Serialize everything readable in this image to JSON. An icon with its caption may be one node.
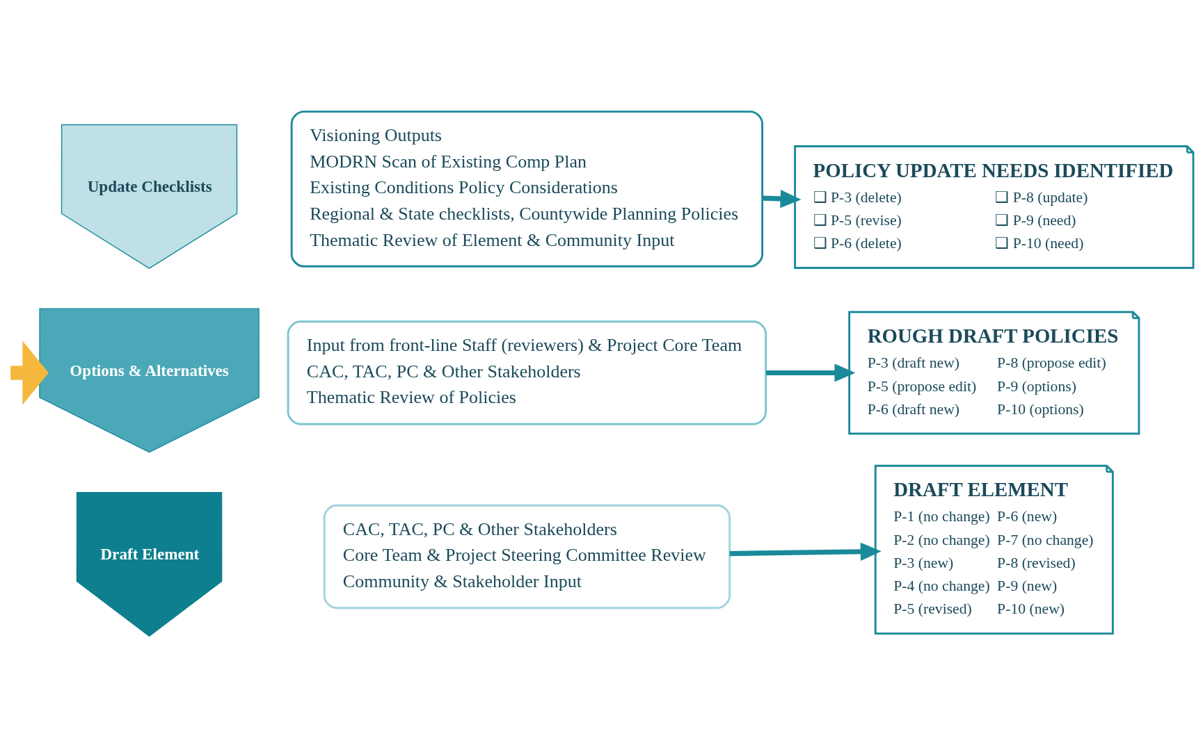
{
  "diagram": {
    "nodes": [
      {
        "text": [
          "Update Checklists"
        ]
      },
      {
        "text": [
          "Visioning Outputs",
          "MODRN Scan of Existing Comp Plan",
          "Existing Conditions Policy Considerations",
          "Regional & State checklists, Countywide Planning Policies",
          "Thematic Review of Element & Community Input"
        ]
      },
      {
        "text": [
          "POLICY UPDATE NEEDS IDENTIFIED",
          "❑ P-3 (delete)",
          "❑ P-5 (revise)",
          "❑ P-6 (delete)",
          "❑ P-8 (update)",
          "❑ P-9 (need)",
          "❑ P-10 (need)"
        ]
      },
      {
        "text": [
          "Options & Alternatives"
        ]
      },
      {
        "text": [
          "Input from front-line Staff (reviewers) & Project Core Team",
          "CAC, TAC, PC & Other Stakeholders",
          "Thematic Review of Policies"
        ]
      },
      {
        "text": [
          "ROUGH DRAFT POLICIES",
          "P-3 (draft new)",
          "P-5 (propose edit)",
          "P-6 (draft new)",
          "P-8 (propose edit)",
          "P-9 (options)",
          "P-10 (options)"
        ]
      },
      {
        "text": [
          "Draft Element"
        ]
      },
      {
        "text": [
          "CAC, TAC, PC & Other Stakeholders",
          "Core Team & Project Steering Committee Review",
          "Community & Stakeholder Input"
        ]
      },
      {
        "text": [
          "DRAFT ELEMENT",
          "P-1 (no change)",
          "P-2 (no change)",
          "P-3 (new)",
          "P-4 (no change)",
          "P-5 (revised)",
          "P-6 (new)",
          "P-7 (no change)",
          "P-8 (revised)",
          "P-9 (new)",
          "P-10 (new)"
        ]
      }
    ],
    "edges": [
      {
        "from": 1,
        "to": 2,
        "arrow": "to"
      },
      {
        "from": 4,
        "to": 5,
        "arrow": "to"
      },
      {
        "from": 7,
        "to": 8,
        "arrow": "to"
      },
      {
        "from": null,
        "to": 3,
        "arrow": "to",
        "style": "thick",
        "color": "#f5b83d"
      }
    ]
  }
}
